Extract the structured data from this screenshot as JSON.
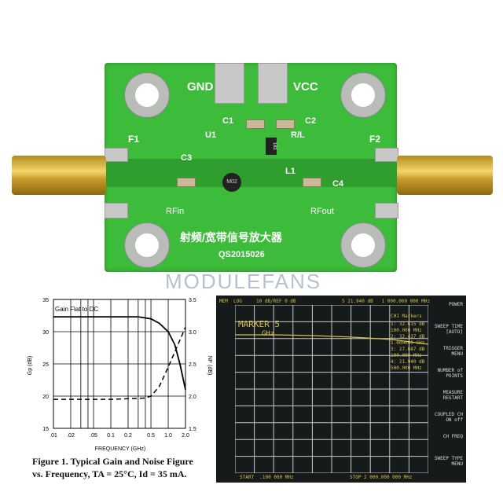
{
  "board": {
    "labels": {
      "gnd": "GND",
      "vcc": "VCC",
      "c1": "C1",
      "c2": "C2",
      "rl": "R/L",
      "u1": "U1",
      "f1": "F1",
      "f2": "F2",
      "c3": "C3",
      "c4": "C4",
      "l1": "L1",
      "rfin": "RFin",
      "rfout": "RFout",
      "resistor": "181",
      "chip": "M02",
      "title_cn": "射频/宽带信号放大器",
      "model": "QS2015026"
    },
    "watermark": "MODULEFANS",
    "board_color": "#3dbb3a"
  },
  "chart_data": {
    "type": "line",
    "xscale": "log",
    "xlabel": "FREQUENCY (GHz)",
    "ylabel": "Gp (dB)",
    "y2label": "NF (dB)",
    "annotation": "Gain Flat to DC",
    "xticks": [
      ".01",
      ".02",
      ".05",
      "0.1",
      "0.2",
      "0.5",
      "1.0",
      "2.0"
    ],
    "ylim": [
      15,
      35
    ],
    "yticks": [
      "15",
      "20",
      "25",
      "30",
      "35"
    ],
    "y2lim": [
      1.5,
      3.5
    ],
    "y2ticks": [
      "1.5",
      "2.0",
      "2.5",
      "3.0",
      "3.5"
    ],
    "grid": true,
    "series": [
      {
        "axis": "left",
        "style": "solid",
        "x": [
          0.01,
          0.1,
          0.3,
          0.5,
          0.7,
          1.0,
          1.3,
          1.6,
          2.0
        ],
        "y": [
          32.3,
          32.3,
          32.3,
          32.0,
          31.3,
          30.0,
          28.0,
          25.0,
          21.0
        ]
      },
      {
        "axis": "right",
        "style": "dashed",
        "x": [
          0.01,
          0.1,
          0.4,
          0.5,
          0.7,
          1.0,
          1.4,
          2.0
        ],
        "y": [
          1.95,
          1.95,
          1.97,
          2.0,
          2.15,
          2.45,
          2.75,
          3.07
        ]
      }
    ],
    "caption_line1": "Figure 1.  Typical Gain and Noise Figure",
    "caption_line2": "vs. Frequency, TA = 25°C, Id = 35 mA."
  },
  "scope": {
    "header_left": "MEM  LOG     10 dB/REF 0 dB",
    "header_right": "5 21.940 dB   1 000.000 000 MHz",
    "marker_label": "MARKER 5",
    "marker_unit": "GHz",
    "markers_title": "CH1 Markers",
    "readouts": [
      "1: 32.615 dB",
      "100.000 MHz",
      "2: 32.437 dB",
      "1.000000 GHz",
      "3: 27.687 dB",
      "100.000 MHz",
      "4: 21.940 dB",
      "500.000 MHz"
    ],
    "softkeys": [
      "POWER",
      "SWEEP TIME\n[AUTO]",
      "TRIGGER\nMENU",
      "NUMBER of\nPOINTS",
      "MEASURE\nRESTART",
      "COUPLED CH\nON off",
      "CH FREQ",
      "SWEEP TYPE\nMENU"
    ],
    "start": "START  .100 000 MHz",
    "stop": "STOP 2 000.000 000 MHz",
    "trace_color": "#d8c04a"
  }
}
